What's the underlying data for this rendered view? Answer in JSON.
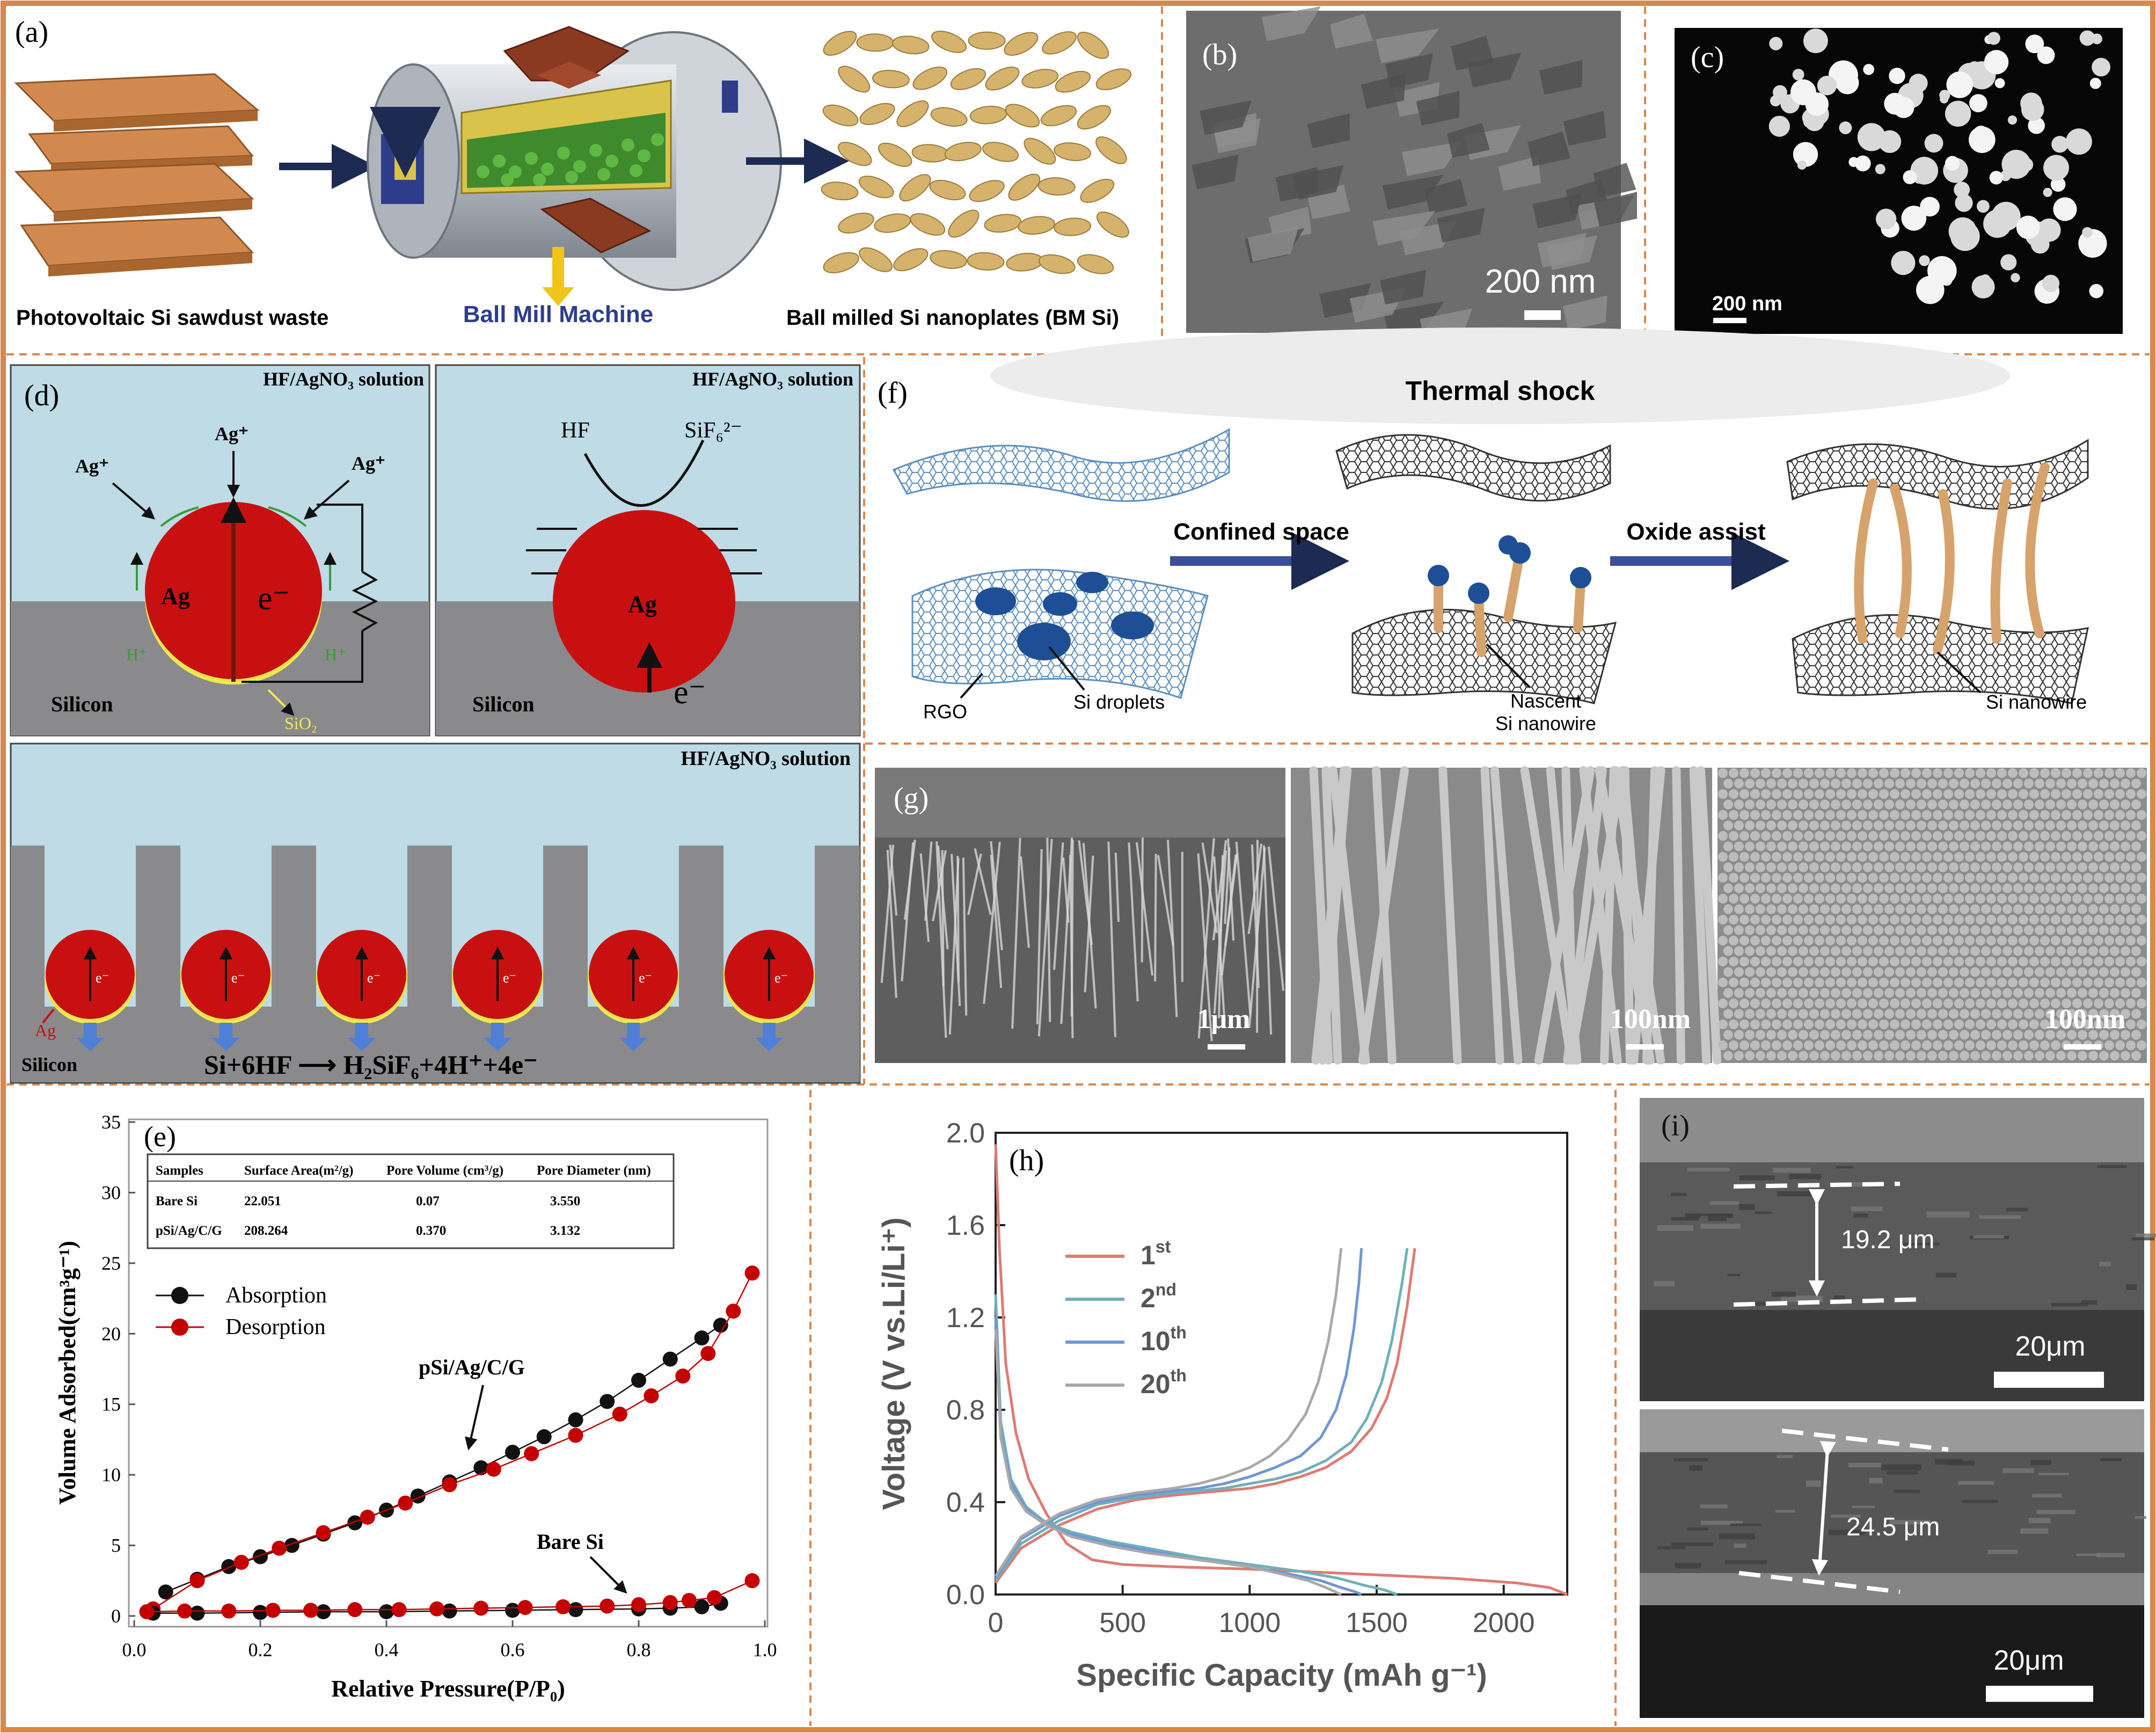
{
  "colors": {
    "frame": "#d9874a",
    "copper": "#d2894f",
    "gold": "#d6b36c",
    "solution_blue": "#bedbe6",
    "silicon_gray": "#8a8a8c",
    "silver_red": "#c81010",
    "oxide_yellow": "#f2e650",
    "arrow_navy": "#1d2a52",
    "sem_gray": "#6f6f6f",
    "red_series": "#c40000",
    "cycle1": "#e07a73",
    "cycle2": "#6fb1b8",
    "cycle10": "#6f96d6",
    "cycle20": "#a9a9a9"
  },
  "panel_a": {
    "label": "(a)",
    "cap_waste": "Photovoltaic Si sawdust waste",
    "cap_machine": "Ball Mill Machine",
    "cap_product": "Ball milled Si nanoplates (BM Si)"
  },
  "panel_b": {
    "label": "(b)",
    "scale": "200 nm"
  },
  "panel_c": {
    "label": "(c)",
    "scale": "200 nm"
  },
  "panel_d": {
    "label": "(d)",
    "solution_left": "HF/AgNO₃ solution",
    "solution_right": "HF/AgNO₃ solution",
    "solution_bottom": "HF/AgNO₃ solution",
    "ion": "Ag⁺",
    "ag": "Ag",
    "electron": "e⁻",
    "hplus": "H⁺",
    "silicon": "Silicon",
    "sio2": "SiO₂",
    "hf": "HF",
    "sif6": "SiF₆²⁻",
    "reaction": "Si+6HF ⟶ H₂SiF₆+4H⁺+4e⁻"
  },
  "panel_f": {
    "label": "(f)",
    "title": "Thermal shock",
    "step1": "Confined space",
    "step2": "Oxide assist",
    "rgo": "RGO",
    "droplets": "Si droplets",
    "nascent": "Nascent",
    "nascent2": "Si nanowire",
    "nanowire": "Si nanowire"
  },
  "panel_g": {
    "label": "(g)",
    "scale1": "1μm",
    "scale2": "100nm",
    "scale3": "100nm"
  },
  "panel_e": {
    "label": "(e)",
    "table": {
      "headers": [
        "Samples",
        "Surface Area(m²/g)",
        "Pore Volume (cm³/g)",
        "Pore Diameter (nm)"
      ],
      "rows": [
        [
          "Bare Si",
          "22.051",
          "0.07",
          "3.550"
        ],
        [
          "pSi/Ag/C/G",
          "208.264",
          "0.370",
          "3.132"
        ]
      ]
    },
    "annotation_top": "pSi/Ag/C/G",
    "annotation_bottom": "Bare Si"
  },
  "panel_h": {
    "label": "(h)"
  },
  "panel_i": {
    "label": "(i)",
    "thick1": "19.2 μm",
    "thick2": "24.5 μm",
    "scale1": "20μm",
    "scale2": "20μm"
  },
  "chart_data": [
    {
      "type": "scatter",
      "xlabel": "Relative Pressure(P/P₀)",
      "ylabel": "Volume Adsorbed(cm³g⁻¹)",
      "xlim": [
        0.0,
        1.0
      ],
      "ylim": [
        0,
        35
      ],
      "xticks": [
        0.0,
        0.2,
        0.4,
        0.6,
        0.8,
        1.0
      ],
      "yticks": [
        0,
        5,
        10,
        15,
        20,
        25,
        30,
        35
      ],
      "legend": [
        "Absorption",
        "Desorption"
      ],
      "legend_position": "middle-left",
      "series": [
        {
          "name": "Absorption",
          "sample": "pSi/Ag/C/G",
          "x": [
            0.05,
            0.1,
            0.15,
            0.2,
            0.25,
            0.3,
            0.35,
            0.4,
            0.45,
            0.5,
            0.55,
            0.6,
            0.65,
            0.7,
            0.75,
            0.8,
            0.85,
            0.9,
            0.93
          ],
          "y": [
            1.7,
            2.6,
            3.5,
            4.2,
            5.0,
            5.8,
            6.6,
            7.5,
            8.5,
            9.5,
            10.5,
            11.6,
            12.7,
            13.9,
            15.2,
            16.7,
            18.2,
            19.7,
            20.6
          ]
        },
        {
          "name": "Desorption",
          "sample": "pSi/Ag/C/G",
          "x": [
            0.03,
            0.1,
            0.17,
            0.23,
            0.3,
            0.37,
            0.43,
            0.5,
            0.57,
            0.63,
            0.7,
            0.77,
            0.82,
            0.87,
            0.91,
            0.95,
            0.98
          ],
          "y": [
            0.5,
            2.5,
            3.8,
            4.8,
            5.9,
            7.0,
            8.0,
            9.3,
            10.4,
            11.5,
            12.8,
            14.3,
            15.6,
            17.0,
            18.6,
            21.6,
            24.3
          ]
        },
        {
          "name": "Absorption",
          "sample": "Bare Si",
          "x": [
            0.03,
            0.1,
            0.2,
            0.3,
            0.4,
            0.5,
            0.6,
            0.7,
            0.8,
            0.85,
            0.9,
            0.93
          ],
          "y": [
            0.2,
            0.2,
            0.25,
            0.3,
            0.3,
            0.35,
            0.4,
            0.45,
            0.5,
            0.55,
            0.65,
            0.9
          ]
        },
        {
          "name": "Desorption",
          "sample": "Bare Si",
          "x": [
            0.02,
            0.08,
            0.15,
            0.22,
            0.28,
            0.35,
            0.42,
            0.48,
            0.55,
            0.62,
            0.68,
            0.75,
            0.8,
            0.85,
            0.88,
            0.92,
            0.98
          ],
          "y": [
            0.3,
            0.35,
            0.35,
            0.4,
            0.4,
            0.45,
            0.45,
            0.5,
            0.55,
            0.6,
            0.65,
            0.7,
            0.8,
            0.95,
            1.1,
            1.3,
            2.5
          ]
        }
      ]
    },
    {
      "type": "line",
      "xlabel": "Specific Capacity (mAh g⁻¹)",
      "ylabel": "Voltage (V vs.Li/Li⁺)",
      "xlim": [
        0,
        2250
      ],
      "ylim": [
        0,
        2.0
      ],
      "xticks": [
        0,
        500,
        1000,
        1500,
        2000
      ],
      "yticks": [
        0.0,
        0.4,
        0.8,
        1.2,
        1.6,
        2.0
      ],
      "legend_position": "upper-left",
      "series": [
        {
          "name": "1st",
          "base": "1",
          "sup": "st",
          "discharge": {
            "x": [
              0,
              15,
              40,
              80,
              130,
              200,
              280,
              380,
              500,
              700,
              1000,
              1400,
              1800,
              2050,
              2180,
              2250
            ],
            "y": [
              1.95,
              1.5,
              1.0,
              0.7,
              0.5,
              0.35,
              0.22,
              0.15,
              0.13,
              0.12,
              0.11,
              0.09,
              0.07,
              0.05,
              0.03,
              0.0
            ]
          },
          "charge": {
            "x": [
              0,
              100,
              250,
              400,
              550,
              700,
              800,
              900,
              1000,
              1100,
              1200,
              1300,
              1400,
              1480,
              1540,
              1580,
              1620,
              1650
            ],
            "y": [
              0.05,
              0.2,
              0.3,
              0.37,
              0.41,
              0.43,
              0.44,
              0.45,
              0.46,
              0.48,
              0.51,
              0.55,
              0.62,
              0.72,
              0.85,
              1.0,
              1.25,
              1.5
            ]
          }
        },
        {
          "name": "2nd",
          "base": "2",
          "sup": "nd",
          "discharge": {
            "x": [
              0,
              20,
              60,
              120,
              200,
              300,
              450,
              600,
              800,
              1000,
              1200,
              1350,
              1450,
              1530,
              1580
            ],
            "y": [
              1.3,
              0.75,
              0.5,
              0.38,
              0.31,
              0.27,
              0.23,
              0.2,
              0.16,
              0.13,
              0.1,
              0.07,
              0.04,
              0.02,
              0.0
            ]
          },
          "charge": {
            "x": [
              0,
              100,
              250,
              400,
              550,
              700,
              800,
              900,
              1000,
              1100,
              1200,
              1300,
              1400,
              1460,
              1520,
              1560,
              1600,
              1620
            ],
            "y": [
              0.06,
              0.22,
              0.32,
              0.39,
              0.42,
              0.44,
              0.45,
              0.46,
              0.48,
              0.5,
              0.53,
              0.58,
              0.66,
              0.76,
              0.92,
              1.1,
              1.35,
              1.5
            ]
          }
        },
        {
          "name": "10th",
          "base": "10",
          "sup": "th",
          "discharge": {
            "x": [
              0,
              20,
              60,
              120,
              200,
              300,
              450,
              600,
              800,
              1000,
              1150,
              1280,
              1360,
              1420,
              1440
            ],
            "y": [
              1.2,
              0.7,
              0.48,
              0.37,
              0.3,
              0.26,
              0.22,
              0.19,
              0.15,
              0.12,
              0.09,
              0.06,
              0.03,
              0.01,
              0.0
            ]
          },
          "charge": {
            "x": [
              0,
              100,
              250,
              400,
              550,
              700,
              800,
              900,
              1000,
              1100,
              1200,
              1280,
              1340,
              1380,
              1410,
              1430,
              1440
            ],
            "y": [
              0.07,
              0.24,
              0.34,
              0.4,
              0.43,
              0.45,
              0.46,
              0.48,
              0.51,
              0.55,
              0.6,
              0.68,
              0.8,
              0.95,
              1.15,
              1.35,
              1.5
            ]
          }
        },
        {
          "name": "20th",
          "base": "20",
          "sup": "th",
          "discharge": {
            "x": [
              0,
              20,
              60,
              120,
              200,
              300,
              450,
              600,
              800,
              1000,
              1120,
              1230,
              1300,
              1340,
              1360
            ],
            "y": [
              1.15,
              0.68,
              0.46,
              0.36,
              0.3,
              0.25,
              0.21,
              0.18,
              0.15,
              0.12,
              0.09,
              0.06,
              0.03,
              0.01,
              0.0
            ]
          },
          "charge": {
            "x": [
              0,
              100,
              250,
              400,
              550,
              700,
              800,
              900,
              1000,
              1080,
              1150,
              1220,
              1270,
              1310,
              1340,
              1360
            ],
            "y": [
              0.08,
              0.25,
              0.35,
              0.41,
              0.44,
              0.46,
              0.48,
              0.51,
              0.55,
              0.6,
              0.67,
              0.78,
              0.92,
              1.1,
              1.3,
              1.5
            ]
          }
        }
      ]
    }
  ]
}
